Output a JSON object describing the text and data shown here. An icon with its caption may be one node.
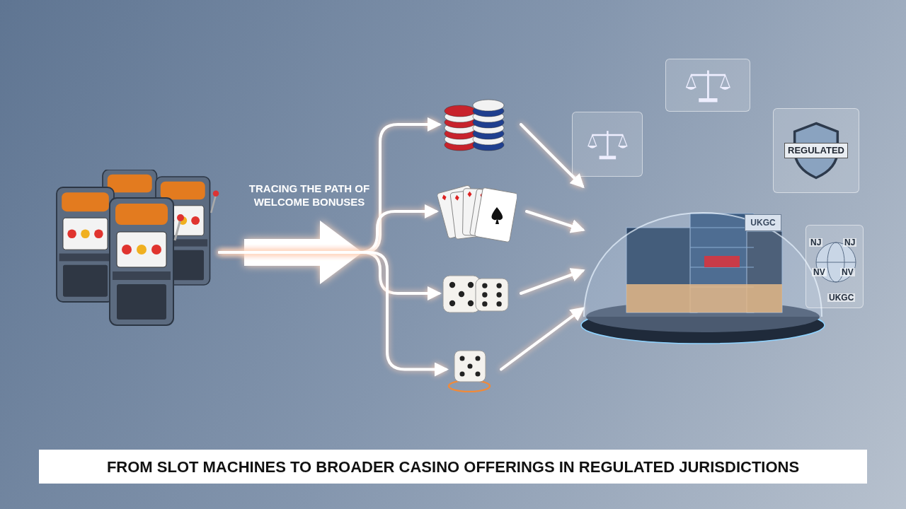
{
  "diagram": {
    "caption": "FROM SLOT MACHINES TO BROADER CASINO OFFERINGS IN REGULATED JURISDICTIONS",
    "nodes": [
      {
        "text": [],
        "shape": "picture"
      },
      {
        "text": [],
        "shape": "picture"
      },
      {
        "text": [],
        "shape": "picture"
      },
      {
        "text": [],
        "shape": "picture"
      },
      {
        "text": [],
        "shape": "picture"
      },
      {
        "text": [],
        "shape": "picture"
      },
      {
        "text": [
          "UKGC"
        ],
        "in": 5
      },
      {
        "text": [],
        "shape": "picture"
      },
      {
        "text": [],
        "shape": "picture"
      },
      {
        "text": [
          "REGULATED"
        ]
      },
      {
        "text": [
          "NJ",
          "NJ",
          "NV",
          "NV",
          "UKGC"
        ]
      }
    ],
    "edges": [
      {
        "from": 0,
        "to": 1,
        "arrow": "to"
      },
      {
        "from": 0,
        "to": 2,
        "arrow": "to"
      },
      {
        "from": 0,
        "to": 3,
        "arrow": "to"
      },
      {
        "from": 0,
        "to": 4,
        "arrow": "to"
      },
      {
        "from": 1,
        "to": 5,
        "arrow": "to"
      },
      {
        "from": 2,
        "to": 5,
        "arrow": "to"
      },
      {
        "from": 3,
        "to": 5,
        "arrow": "to"
      },
      {
        "from": 4,
        "to": 5,
        "arrow": "to"
      }
    ],
    "labels": [
      "TRACING THE PATH OF WELCOME BONUSES"
    ]
  }
}
